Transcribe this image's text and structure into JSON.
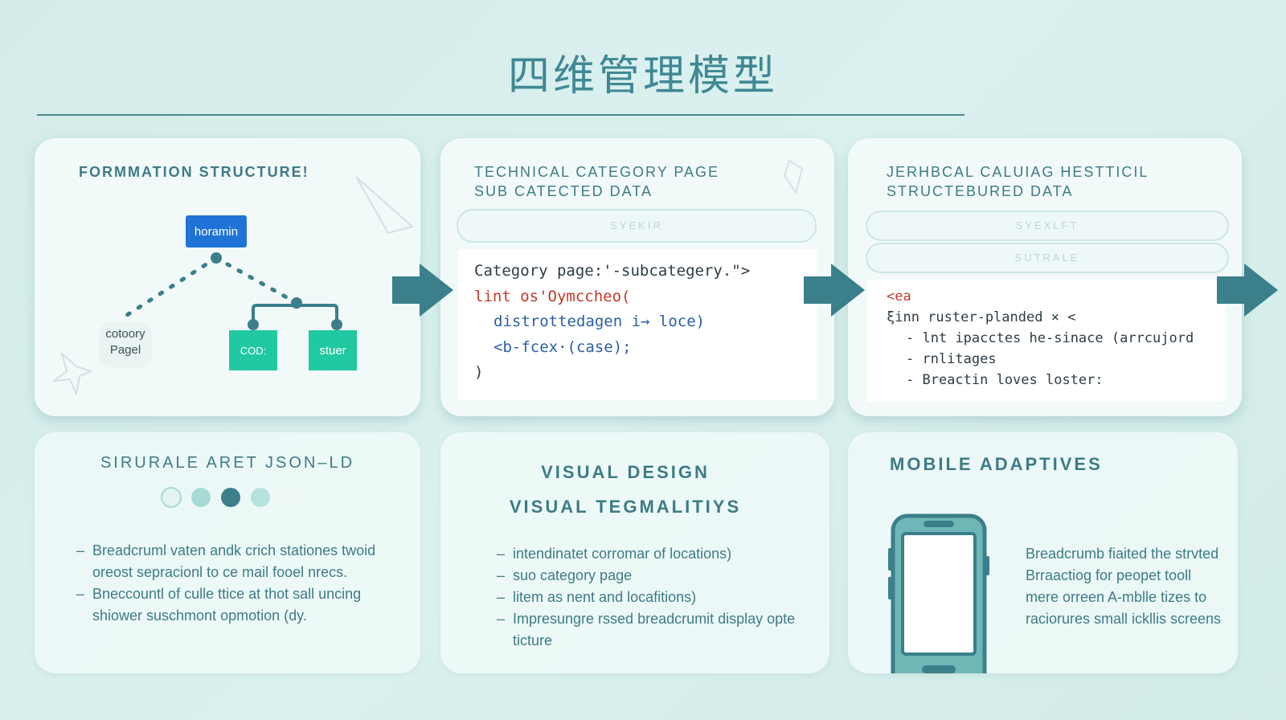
{
  "title": "四维管理模型",
  "colors": {
    "accent": "#3f8894",
    "arrow": "#3b7f8a",
    "node_blue": "#1f73d6",
    "node_green": "#20c9a2",
    "code_red": "#c0392b",
    "code_blue": "#2b5ea8"
  },
  "card1": {
    "heading": "FORMMATION STRUCTURE!",
    "root_node": "horamin",
    "left_node": "cotoory\nPagel",
    "child_a": "COD:",
    "child_b": "stuer"
  },
  "card2": {
    "heading": "TECHNICAL CATEGORY PAGE\nSUB CATECTED DATA",
    "pill": "SYEKIR",
    "code": [
      {
        "text": "Category page:'-subcategery.\">",
        "color": "#2d3d44",
        "indent": 0
      },
      {
        "text": "lint os'Oymccheo(",
        "color": "#c0392b",
        "indent": 0
      },
      {
        "text": "distrottedagen i→ loce)",
        "color": "#2b5ea8",
        "indent": 1
      },
      {
        "text": "<b-fcex·(case);",
        "color": "#2b5ea8",
        "indent": 1
      },
      {
        "text": ")",
        "color": "#2d3d44",
        "indent": 0
      }
    ]
  },
  "card3": {
    "heading": "JERHBCAL CALUIAG HESTTICIL\nSTRUCTEBURED DATA",
    "pill_a": "SYEXLFT",
    "pill_b": "SUTRALE",
    "code": [
      {
        "text": "<ea",
        "color": "#c0392b",
        "indent": 0
      },
      {
        "text": "ξinn ruster-planded × <",
        "color": "#2d3d44",
        "indent": 0
      },
      {
        "text": "- lnt ipacctes he-sinace (arrcujord",
        "color": "#2d3d44",
        "indent": 1
      },
      {
        "text": "- rnlitages",
        "color": "#2d3d44",
        "indent": 1
      },
      {
        "text": "- Breactin loves loster:",
        "color": "#2d3d44",
        "indent": 1
      }
    ]
  },
  "card4": {
    "heading": "SIRURALE ARET JSON–LD",
    "bullets": [
      "Breadcruml vaten andk crich stationes twoid oreost sepracionl to ce mail fooel nrecs.",
      "Bneccountl of culle ttice at thot sall uncing shiower suschmont opmotion (dy."
    ]
  },
  "card5": {
    "heading": "VISUAL DESIGN\nVISUAL TEGMALITIYS",
    "bullets": [
      "intendinatet corromar of locations)",
      "suo category page",
      "litem as nent and locafitions)",
      "Impresungre rssed breadcrumit display opte ticture"
    ]
  },
  "card6": {
    "heading": "MOBILE ADAPTIVES",
    "text": "Breadcrumb fiaited the strvted Brraactiog for peopet tooll mere orreen A-mblle tizes to raciorures small ickllis screens"
  }
}
